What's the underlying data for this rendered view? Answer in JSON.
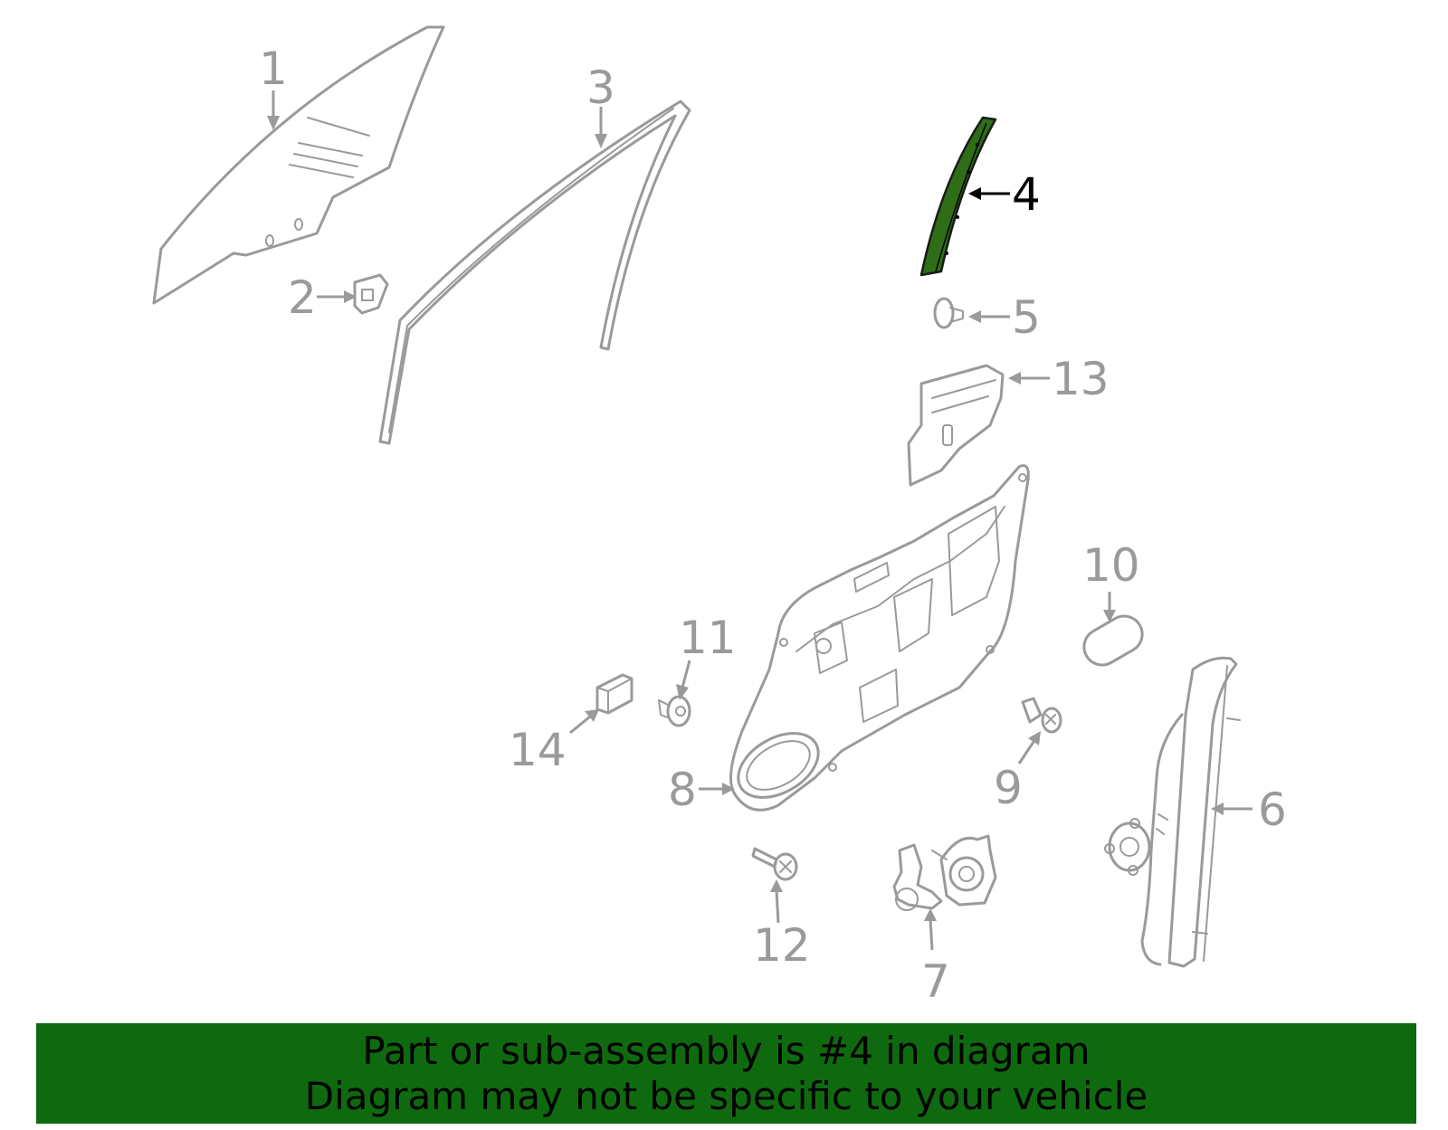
{
  "callouts": [
    {
      "id": "1",
      "label": "1"
    },
    {
      "id": "2",
      "label": "2"
    },
    {
      "id": "3",
      "label": "3"
    },
    {
      "id": "4",
      "label": "4",
      "highlighted": true
    },
    {
      "id": "5",
      "label": "5"
    },
    {
      "id": "6",
      "label": "6"
    },
    {
      "id": "7",
      "label": "7"
    },
    {
      "id": "8",
      "label": "8"
    },
    {
      "id": "9",
      "label": "9"
    },
    {
      "id": "10",
      "label": "10"
    },
    {
      "id": "11",
      "label": "11"
    },
    {
      "id": "12",
      "label": "12"
    },
    {
      "id": "13",
      "label": "13"
    },
    {
      "id": "14",
      "label": "14"
    }
  ],
  "banner": {
    "line1": "Part or sub-assembly is #4 in diagram",
    "line2": "Diagram may not be specific to your vehicle"
  },
  "colors": {
    "highlight_part": "#2d6e16",
    "banner_background": "#0f6a0f",
    "line_art": "#9a9a9a",
    "highlight_label": "#000000"
  }
}
